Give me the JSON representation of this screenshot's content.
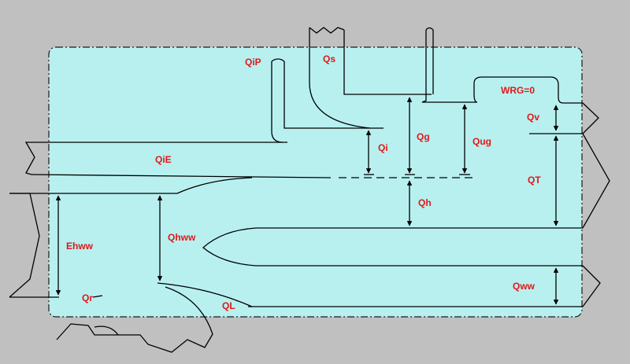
{
  "colors": {
    "background": "#c0c0c0",
    "region_fill": "#b8f0f0",
    "region_border": "#1a1a1a",
    "label": "#e01818",
    "line": "#000000"
  },
  "labels": {
    "qs": "Qs",
    "qip": "QiP",
    "wrg": "WRG=0",
    "qv": "Qv",
    "qi": "Qi",
    "qg": "Qg",
    "qug": "Qug",
    "qie": "QiE",
    "qt": "QT",
    "qh": "Qh",
    "ehww": "Ehww",
    "qhww": "Qhww",
    "qww": "Qww",
    "qr": "Qr",
    "ql": "QL"
  }
}
